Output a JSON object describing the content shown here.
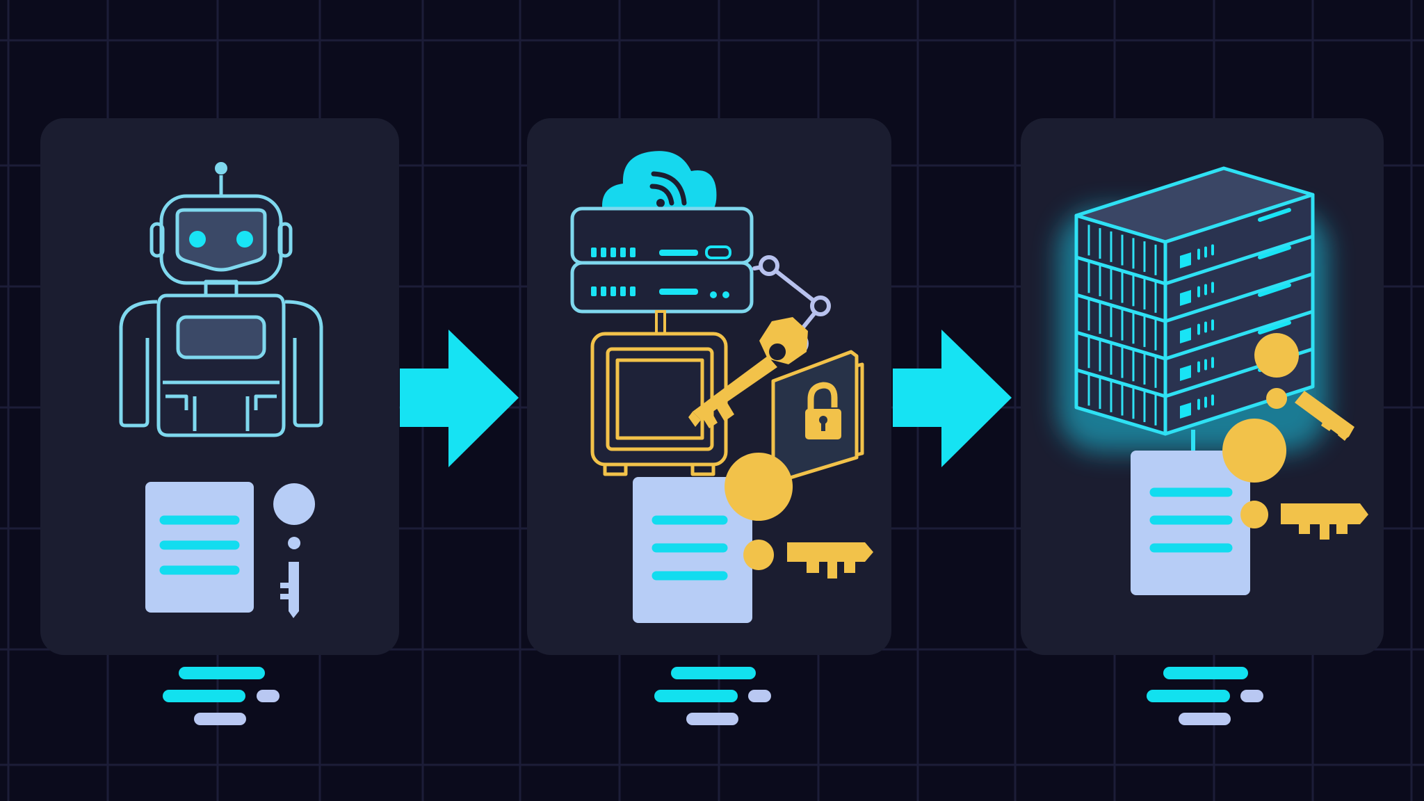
{
  "colors": {
    "background": "#0b0b1c",
    "grid_line": "#1c1d38",
    "panel": "#1b1d30",
    "cyan": "#16e3f3",
    "robot_line": "#7fd8ee",
    "doc_fill": "#b7cdf6",
    "doc_line": "#12dcef",
    "key_gold": "#f2c24a",
    "arm_line": "#b8c2ee",
    "server_fill": "#2a3350",
    "caption_cyan": "#12e1ef",
    "caption_light": "#b9c8f2"
  },
  "diagram": {
    "panels": [
      {
        "id": "agent",
        "icon": "robot-icon",
        "secondary": [
          "document-icon",
          "small-key-icon"
        ]
      },
      {
        "id": "vault",
        "icon": "cloud-router-icon",
        "secondary": [
          "safe-icon",
          "padlock-icon",
          "robotic-arm-icon",
          "document-icon",
          "key-icon"
        ]
      },
      {
        "id": "servers",
        "icon": "server-stack-icon",
        "secondary": [
          "key-icon",
          "document-icon",
          "key-icon"
        ]
      }
    ],
    "connectors": [
      "arrow-right-icon",
      "arrow-right-icon"
    ]
  }
}
